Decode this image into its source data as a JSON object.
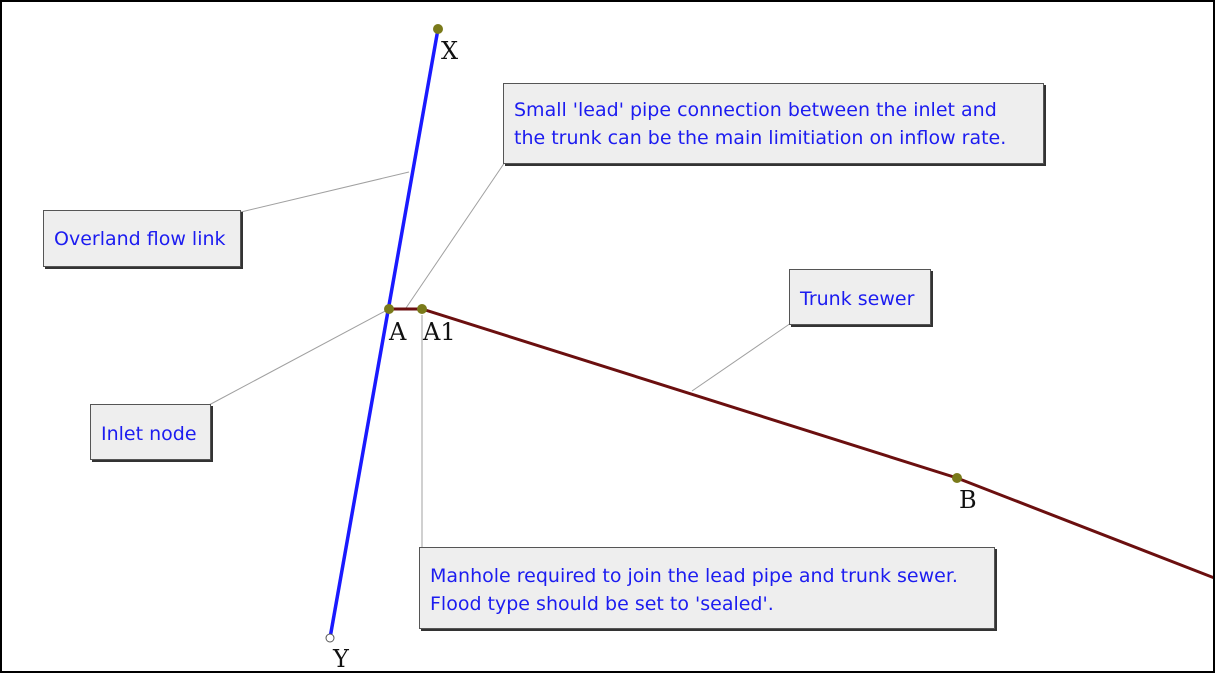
{
  "nodes": {
    "x": "X",
    "a": "A",
    "a1": "A1",
    "b": "B",
    "y": "Y"
  },
  "callouts": {
    "lead_pipe": "Small 'lead' pipe connection between the inlet and\nthe trunk can be the main limitiation on inflow rate.",
    "overland_flow_link": "Overland flow link",
    "trunk_sewer": "Trunk sewer",
    "inlet_node": "Inlet node",
    "manhole": "Manhole required to join the lead pipe and trunk sewer.\nFlood type should be set to 'sealed'."
  },
  "colors": {
    "overland_link": "#1a1aff",
    "trunk_sewer": "#6b0f0f",
    "node": "#7a7a1a",
    "leader_line": "#a0a0a0",
    "callout_text": "#1c1cf0"
  }
}
